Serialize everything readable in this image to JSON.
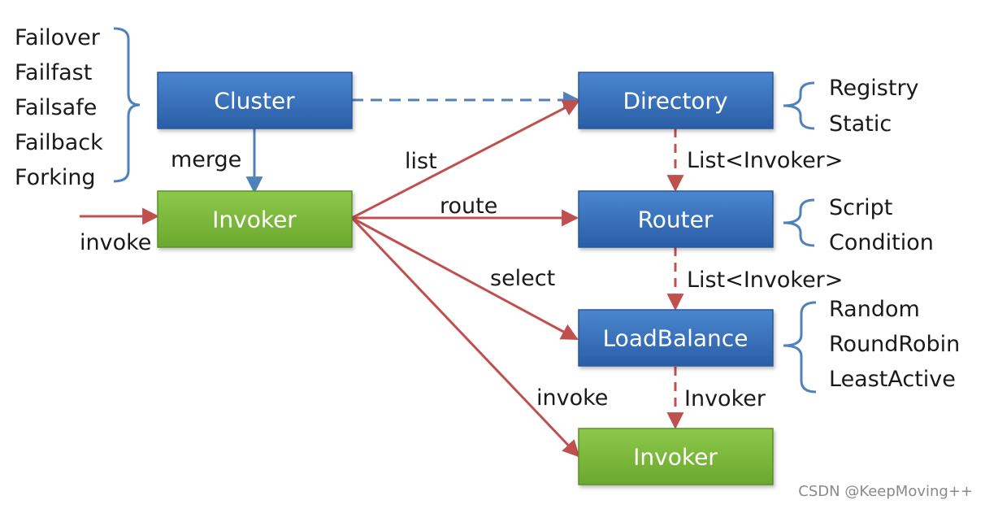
{
  "nodes": {
    "cluster": "Cluster",
    "directory": "Directory",
    "invoker_main": "Invoker",
    "router": "Router",
    "loadbalance": "LoadBalance",
    "invoker_target": "Invoker"
  },
  "cluster_types": [
    "Failover",
    "Failfast",
    "Failsafe",
    "Failback",
    "Forking"
  ],
  "directory_types": [
    "Registry",
    "Static"
  ],
  "router_types": [
    "Script",
    "Condition"
  ],
  "loadbalance_types": [
    "Random",
    "RoundRobin",
    "LeastActive"
  ],
  "edges": {
    "merge": "merge",
    "invoke_in": "invoke",
    "list": "list",
    "route": "route",
    "select": "select",
    "invoke_out": "invoke",
    "dir_to_router": "List<Invoker>",
    "router_to_lb": "List<Invoker>",
    "lb_to_invoker": "Invoker"
  },
  "watermark": "CSDN @KeepMoving++",
  "colors": {
    "blue_box": "#3a6fb8",
    "green_box": "#7ab83a",
    "red_arrow": "#c0504d",
    "blue_arrow": "#4f81bd",
    "brace": "#4f81bd"
  }
}
